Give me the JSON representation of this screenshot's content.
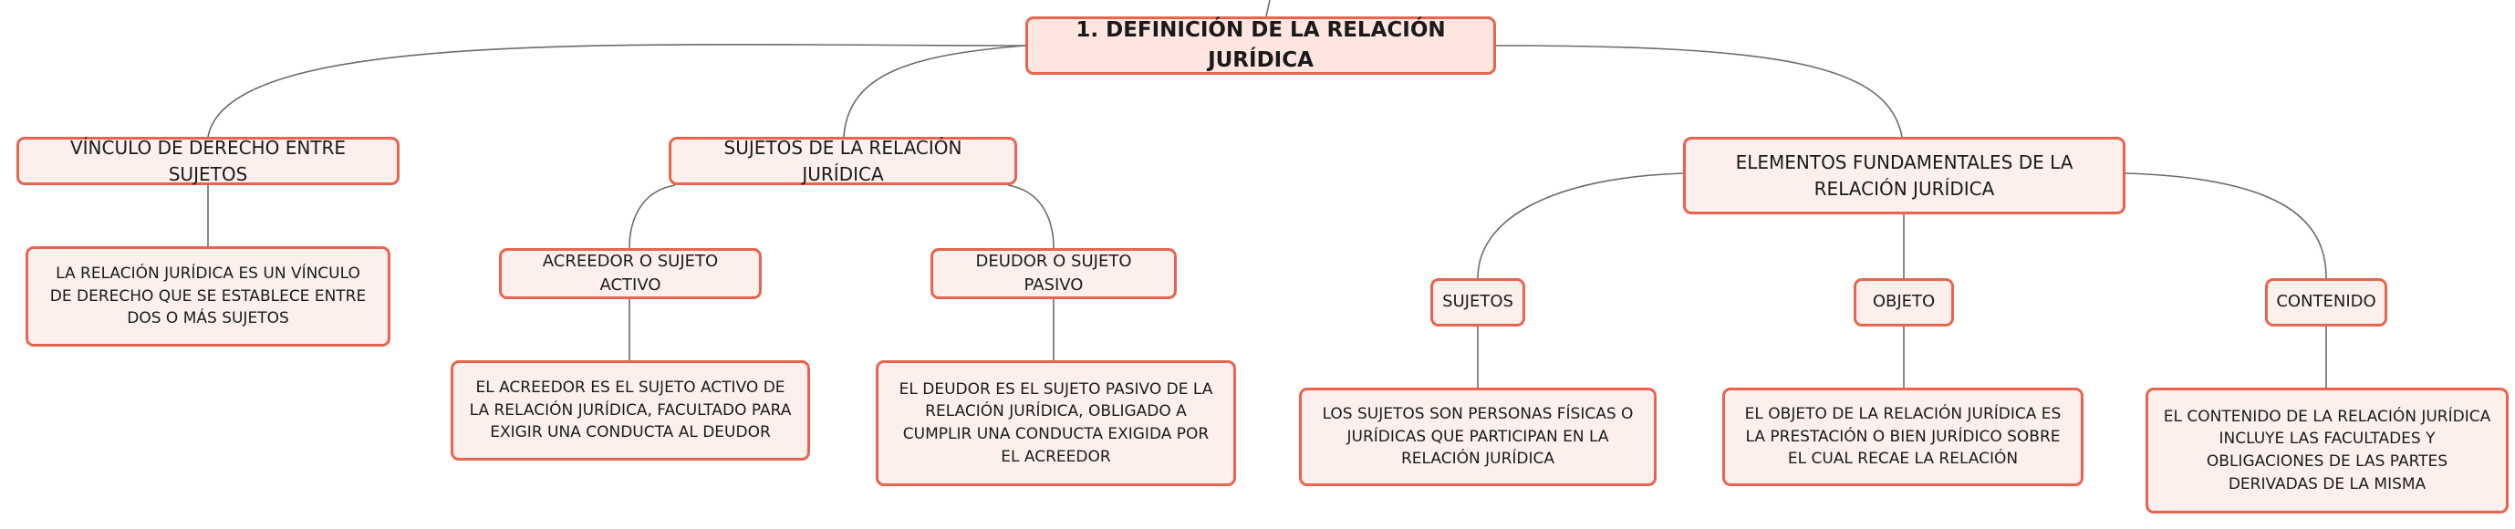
{
  "diagram": {
    "root": {
      "label": "1. DEFINICIÓN DE LA RELACIÓN JURÍDICA"
    },
    "vinculo": {
      "label": "VÍNCULO DE DERECHO ENTRE SUJETOS",
      "detail": "LA RELACIÓN JURÍDICA ES UN VÍNCULO DE DERECHO QUE SE ESTABLECE ENTRE DOS O MÁS SUJETOS"
    },
    "sujetos_relacion": {
      "label": "SUJETOS DE LA RELACIÓN JURÍDICA",
      "acreedor": {
        "label": "ACREEDOR O SUJETO ACTIVO",
        "detail": "EL ACREEDOR ES EL SUJETO ACTIVO DE LA RELACIÓN JURÍDICA, FACULTADO PARA EXIGIR UNA CONDUCTA AL DEUDOR"
      },
      "deudor": {
        "label": "DEUDOR O SUJETO PASIVO",
        "detail": "EL DEUDOR ES EL SUJETO PASIVO DE LA RELACIÓN JURÍDICA, OBLIGADO A CUMPLIR UNA CONDUCTA EXIGIDA POR EL ACREEDOR"
      }
    },
    "elementos": {
      "label": "ELEMENTOS FUNDAMENTALES DE LA RELACIÓN JURÍDICA",
      "sujetos": {
        "label": "SUJETOS",
        "detail": "LOS SUJETOS SON PERSONAS FÍSICAS O JURÍDICAS QUE PARTICIPAN EN LA RELACIÓN JURÍDICA"
      },
      "objeto": {
        "label": "OBJETO",
        "detail": "EL OBJETO DE LA RELACIÓN JURÍDICA ES LA PRESTACIÓN O BIEN JURÍDICO SOBRE EL CUAL RECAE LA RELACIÓN"
      },
      "contenido": {
        "label": "CONTENIDO",
        "detail": "EL CONTENIDO DE LA RELACIÓN JURÍDICA INCLUYE LAS FACULTADES Y OBLIGACIONES DE LAS PARTES DERIVADAS DE LA MISMA"
      }
    },
    "colors": {
      "node_border": "#e8644e",
      "node_fill": "#fdf0ec",
      "root_fill": "#fde6e0",
      "connector": "#6b6b6b"
    }
  }
}
